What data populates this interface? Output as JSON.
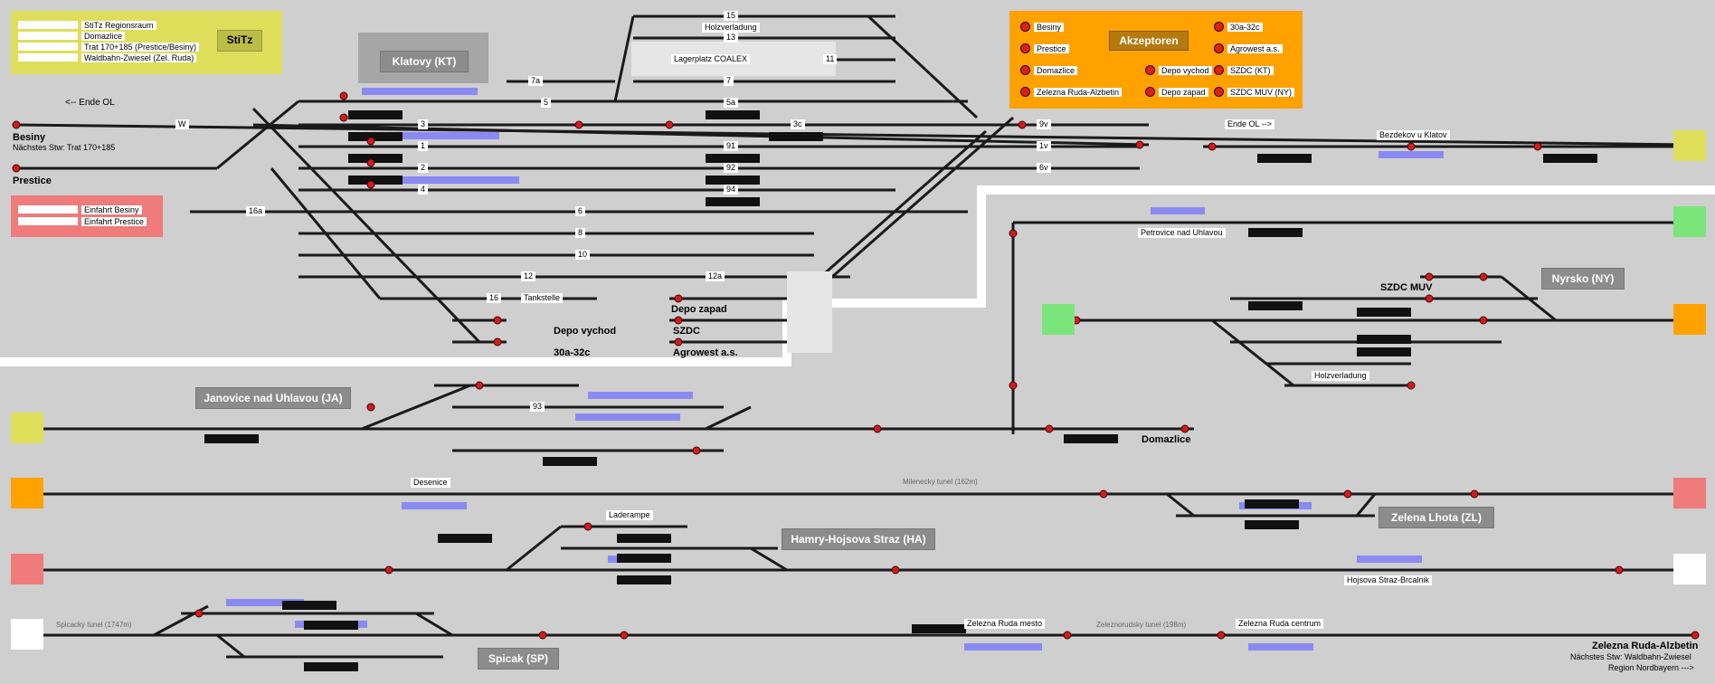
{
  "colors": {
    "yellow": "#dede5a",
    "orange": "#ffa200",
    "red": "#ef7b7b",
    "green": "#7be57b",
    "white": "#ffffff",
    "track": "#1a1a1a",
    "signal_red": "#d21c1c",
    "occupied_blue": "#8a8af2"
  },
  "stitz": {
    "items": [
      "StiTz Regionsraum",
      "Domazlice",
      "Trat 170+185 (Prestice/Besiny)",
      "Waldbahn-Zwiesel (Zel. Ruda)"
    ],
    "button": "StiTz"
  },
  "einfahrt": {
    "items": [
      "Einfahrt Besiny",
      "Einfahrt Prestice"
    ]
  },
  "akzeptoren": {
    "title": "Akzeptoren",
    "items": [
      "Besiny",
      "Prestice",
      "Domazlice",
      "Zelezna Ruda-Alzbetin",
      "Depo vychod",
      "Depo zapad",
      "30a-32c",
      "Agrowest a.s.",
      "SZDC (KT)",
      "SZDC MUV (NY)"
    ]
  },
  "stations": {
    "klatovy": "Klatovy (KT)",
    "janovice": "Janovice nad Uhlavou (JA)",
    "nyrsko": "Nyrsko (NY)",
    "zelena_lhota": "Zelena Lhota (ZL)",
    "hamry": "Hamry-Hojsova Straz (HA)",
    "spicak": "Spicak (SP)"
  },
  "labels": {
    "ende_ol_left": "<-- Ende OL",
    "ende_ol_right": "Ende OL -->",
    "besiny": "Besiny",
    "naechstes_trat": "Nächstes Stw: Trat 170+185",
    "prestice": "Prestice",
    "holzverladung_top": "Holzverladung",
    "lagerplatz": "Lagerplatz COALEX",
    "tankstelle": "Tankstelle",
    "depo_vychod": "Depo vychod",
    "depo_zapad": "Depo zapad",
    "szdc": "SZDC",
    "agrowest": "Agrowest a.s.",
    "30a32c": "30a-32c",
    "bezdekov": "Bezdekov u Klatov",
    "petrovice": "Petrovice nad Uhlavou",
    "szdc_muv": "SZDC MUV",
    "holzverladung_ny": "Holzverladung",
    "domazlice": "Domazlice",
    "desenice": "Desenice",
    "milenecky": "Milenecky tunel (162m)",
    "laderampe": "Laderampe",
    "hojsova": "Hojsova Straz-Brcalnik",
    "spicacky": "Spicacky tunel (1747m)",
    "zr_mesto": "Zelezna Ruda mesto",
    "zeleznorudsky": "Zeleznorudsky tunel (198m)",
    "zr_centrum": "Zelezna Ruda centrum",
    "zr_alzbetin": "Zelezna Ruda-Alzbetin",
    "naechstes_waldbahn": "Nächstes Stw: Waldbahn-Zwiesel",
    "region": "Region Nordbayern --->"
  },
  "track_labels": {
    "t15": "15",
    "t13": "13",
    "t11": "11",
    "t7": "7",
    "t7a": "7a",
    "t5a": "5a",
    "t5": "5",
    "t3": "3",
    "t3c": "3c",
    "t1": "1",
    "t2": "2",
    "t4": "4",
    "t6": "6",
    "t8": "8",
    "t10": "10",
    "t12": "12",
    "t12a": "12a",
    "t16": "16",
    "t16a": "16a",
    "t91": "91",
    "t92": "92",
    "t94": "94",
    "t93": "93",
    "t9v": "9v",
    "t1v": "1v",
    "t6v": "6v",
    "tW": "W"
  }
}
